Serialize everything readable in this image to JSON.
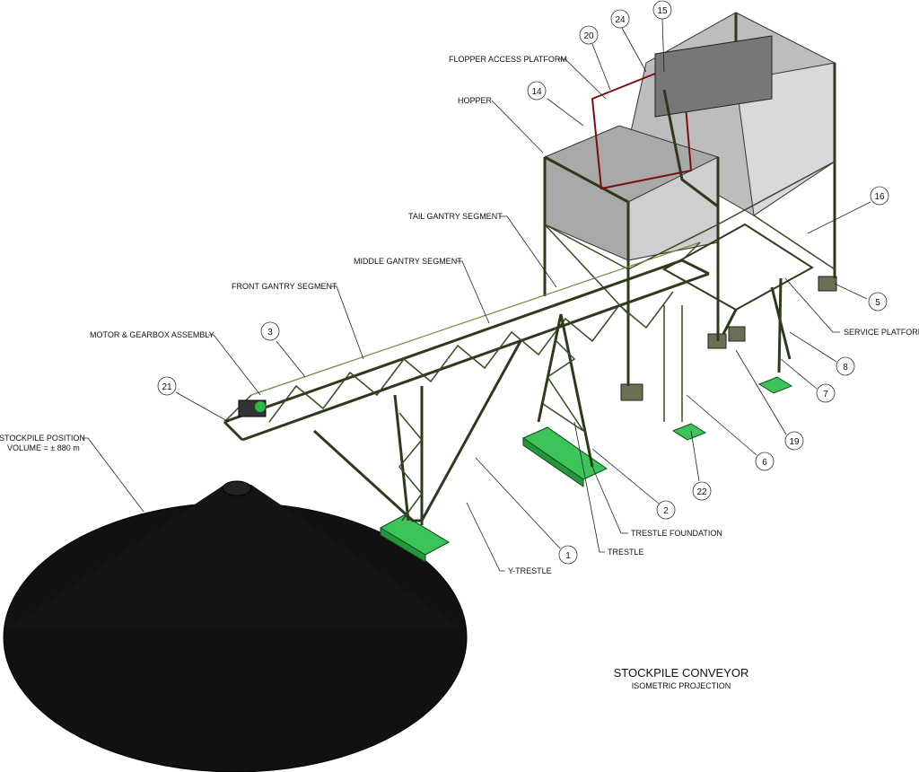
{
  "title": "STOCKPILE CONVEYOR",
  "subtitle": "ISOMETRIC PROJECTION",
  "stockpile": {
    "line1": "STOCKPILE POSITION",
    "line2": "VOLUME = ± 880 m"
  },
  "labels": {
    "flopper_access_platform": "FLOPPER ACCESS PLATFORM",
    "hopper": "HOPPER",
    "tail_gantry_segment": "TAIL GANTRY SEGMENT",
    "middle_gantry_segment": "MIDDLE GANTRY SEGMENT",
    "front_gantry_segment": "FRONT GANTRY SEGMENT",
    "motor_gearbox_assembly": "MOTOR & GEARBOX ASSEMBLY",
    "service_platform": "SERVICE PLATFORM",
    "trestle_foundation": "TRESTLE FOUNDATION",
    "trestle": "TRESTLE",
    "y_trestle": "Y-TRESTLE"
  },
  "balloons": {
    "b15": "15",
    "b24": "24",
    "b20": "20",
    "b14": "14",
    "b16": "16",
    "b5": "5",
    "b8": "8",
    "b7": "7",
    "b19": "19",
    "b6": "6",
    "b22": "22",
    "b2": "2",
    "b1": "1",
    "b3": "3",
    "b21": "21"
  },
  "colors": {
    "steel": "#4a5e2a",
    "foundation": "#3cc45a",
    "pile": "#111111",
    "hopper": "#c8c8c8"
  }
}
